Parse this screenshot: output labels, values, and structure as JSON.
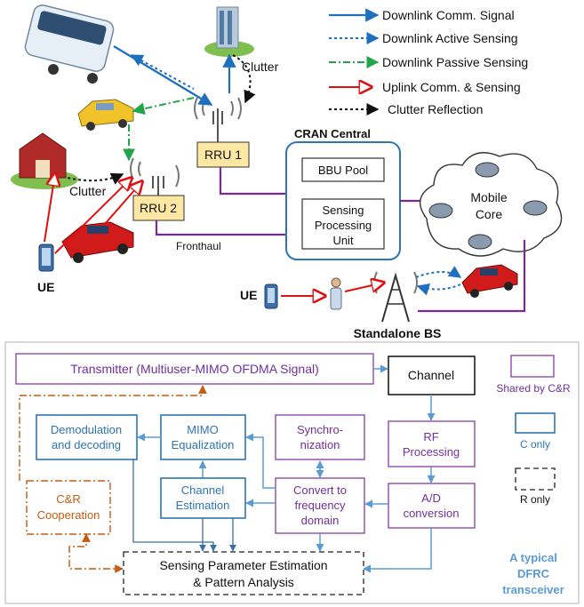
{
  "legend": {
    "downlink_comm": "Downlink Comm. Signal",
    "downlink_active": "Downlink Active Sensing",
    "downlink_passive": "Downlink Passive Sensing",
    "uplink": "Uplink Comm. & Sensing",
    "clutter_reflection": "Clutter Reflection"
  },
  "network": {
    "clutter_top": "Clutter",
    "clutter_left": "Clutter",
    "rru1": "RRU 1",
    "rru2": "RRU 2",
    "cran_title": "CRAN Central",
    "bbu_pool": "BBU Pool",
    "spu_line1": "Sensing",
    "spu_line2": "Processing",
    "spu_line3": "Unit",
    "fronthaul": "Fronthaul",
    "mobile_core_line1": "Mobile",
    "mobile_core_line2": "Core",
    "ue_left": "UE",
    "ue_right": "UE",
    "standalone_bs": "Standalone BS"
  },
  "transceiver": {
    "transmitter": "Transmitter (Multiuser-MIMO OFDMA Signal)",
    "channel": "Channel",
    "rf_line1": "RF",
    "rf_line2": "Processing",
    "ad_line1": "A/D",
    "ad_line2": "conversion",
    "sync_line1": "Synchro-",
    "sync_line2": "nization",
    "convert_line1": "Convert to",
    "convert_line2": "frequency",
    "convert_line3": "domain",
    "mimo_line1": "MIMO",
    "mimo_line2": "Equalization",
    "demod_line1": "Demodulation",
    "demod_line2": "and decoding",
    "chest_line1": "Channel",
    "chest_line2": "Estimation",
    "cr_line1": "C&R",
    "cr_line2": "Cooperation",
    "spe_line1": "Sensing Parameter Estimation",
    "spe_line2": "& Pattern Analysis",
    "shared_label": "Shared by C&R",
    "c_only_label": "C only",
    "r_only_label": "R only",
    "caption_line1": "A typical",
    "caption_line2": "DFRC",
    "caption_line3": "transceiver"
  },
  "colors": {
    "comm": "#1f6fbf",
    "passive": "#22a64a",
    "uplink": "#e01010",
    "shared": "#8a3aa8",
    "c_only": "#2e75b6",
    "r_only": "#333333",
    "cooperation": "#c55a11",
    "caption": "#5b9bd5",
    "rru_fill": "#fde7a3"
  }
}
